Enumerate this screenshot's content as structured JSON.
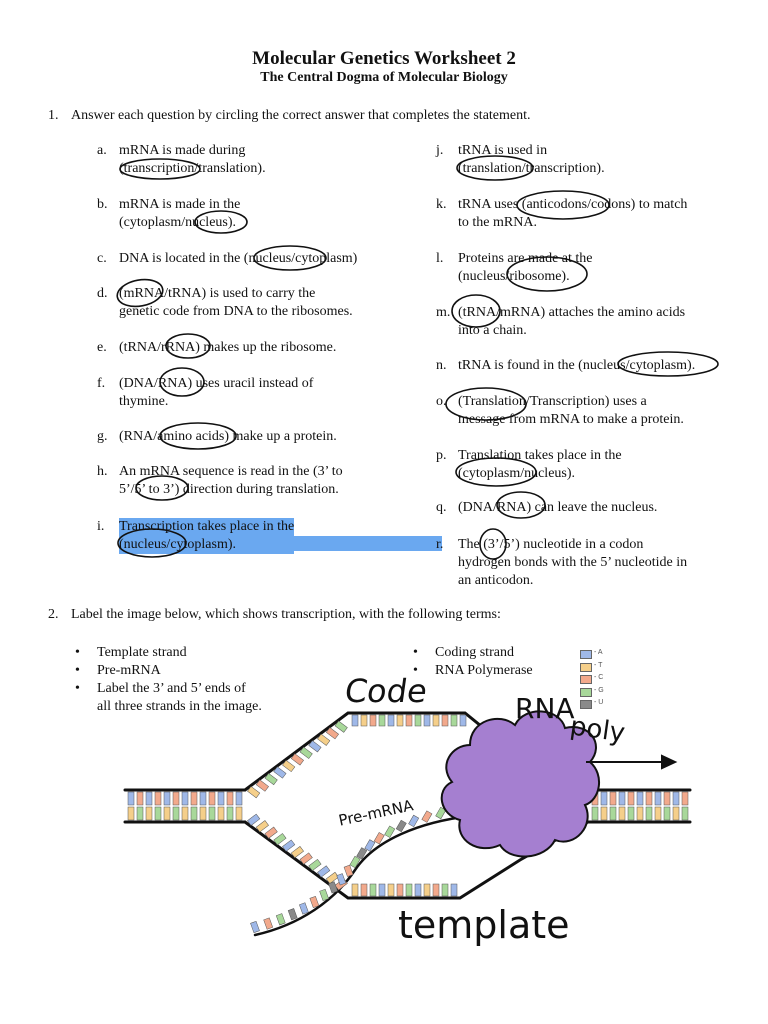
{
  "title": "Molecular Genetics Worksheet 2",
  "subtitle": "The Central Dogma of Molecular Biology",
  "q1": {
    "number": "1.",
    "prompt": "Answer each question by circling the correct answer that completes the statement.",
    "left_items": [
      {
        "letter": "a.",
        "lines": [
          "mRNA is made during",
          "(transcription/translation)."
        ]
      },
      {
        "letter": "b.",
        "lines": [
          "mRNA is made in the",
          "(cytoplasm/nucleus)."
        ]
      },
      {
        "letter": "c.",
        "lines": [
          "DNA is located in the (nucleus/cytoplasm)"
        ]
      },
      {
        "letter": "d.",
        "lines": [
          "(mRNA/tRNA) is used to carry the",
          "genetic code from DNA to the ribosomes."
        ]
      },
      {
        "letter": "e.",
        "lines": [
          "(tRNA/rRNA) makes up the ribosome."
        ]
      },
      {
        "letter": "f.",
        "lines": [
          "(DNA/RNA) uses uracil instead of",
          "thymine."
        ]
      },
      {
        "letter": "g.",
        "lines": [
          "(RNA/amino acids) make up a protein."
        ]
      },
      {
        "letter": "h.",
        "lines": [
          "An mRNA sequence is read in the (3’ to",
          "5’/5’ to 3’) direction during translation."
        ]
      },
      {
        "letter": "i.",
        "lines": [
          "Transcription takes place in the",
          "(nucleus/cytoplasm)."
        ]
      }
    ],
    "right_items": [
      {
        "letter": "j.",
        "lines": [
          "tRNA is used in",
          "(translation/transcription)."
        ]
      },
      {
        "letter": "k.",
        "lines": [
          "tRNA uses (anticodons/codons) to match",
          "to the mRNA."
        ]
      },
      {
        "letter": "l.",
        "lines": [
          "Proteins are made at the",
          "(nucleus/ribosome)."
        ]
      },
      {
        "letter": "m.",
        "lines": [
          "(tRNA/mRNA) attaches the amino acids",
          "into a chain."
        ]
      },
      {
        "letter": "n.",
        "lines": [
          "tRNA is found in the (nucleus/cytoplasm)."
        ]
      },
      {
        "letter": "o.",
        "lines": [
          "(Translation/Transcription) uses a",
          "message from mRNA to make a protein."
        ]
      },
      {
        "letter": "p.",
        "lines": [
          "Translation takes place in the",
          "(cytoplasm/nucleus)."
        ]
      },
      {
        "letter": "q.",
        "lines": [
          "(DNA/RNA) can leave the nucleus."
        ]
      },
      {
        "letter": "r.",
        "lines": [
          "The (3’/5’) nucleotide in a codon",
          "hydrogen bonds with the 5’ nucleotide in",
          "an anticodon."
        ]
      }
    ]
  },
  "q2": {
    "number": "2.",
    "prompt": "Label the image below, which shows transcription, with the following terms:",
    "terms_left": [
      {
        "lines": [
          "Template strand"
        ]
      },
      {
        "lines": [
          "Pre-mRNA"
        ]
      },
      {
        "lines": [
          "Label the 3’ and 5’ ends of",
          "all three strands in the image."
        ]
      }
    ],
    "terms_right": [
      {
        "lines": [
          "Coding strand"
        ]
      },
      {
        "lines": [
          "RNA Polymerase"
        ]
      }
    ],
    "bullet": "•"
  },
  "legend": [
    {
      "label": "- A",
      "color": "#9fb8e8"
    },
    {
      "label": "- T",
      "color": "#f5cf8a"
    },
    {
      "label": "- C",
      "color": "#f2a98c"
    },
    {
      "label": "- G",
      "color": "#a8d89a"
    },
    {
      "label": "- U",
      "color": "#8a8a8a"
    }
  ],
  "handwritten": {
    "coding": "Code",
    "polymerase_1": "RNA",
    "polymerase_2": "poly",
    "pre_mrna": "Pre-mRNA",
    "template": "template"
  },
  "colors": {
    "highlight": "#6aa8f0",
    "polymerase": "#a57fd0",
    "ink": "#111111"
  }
}
